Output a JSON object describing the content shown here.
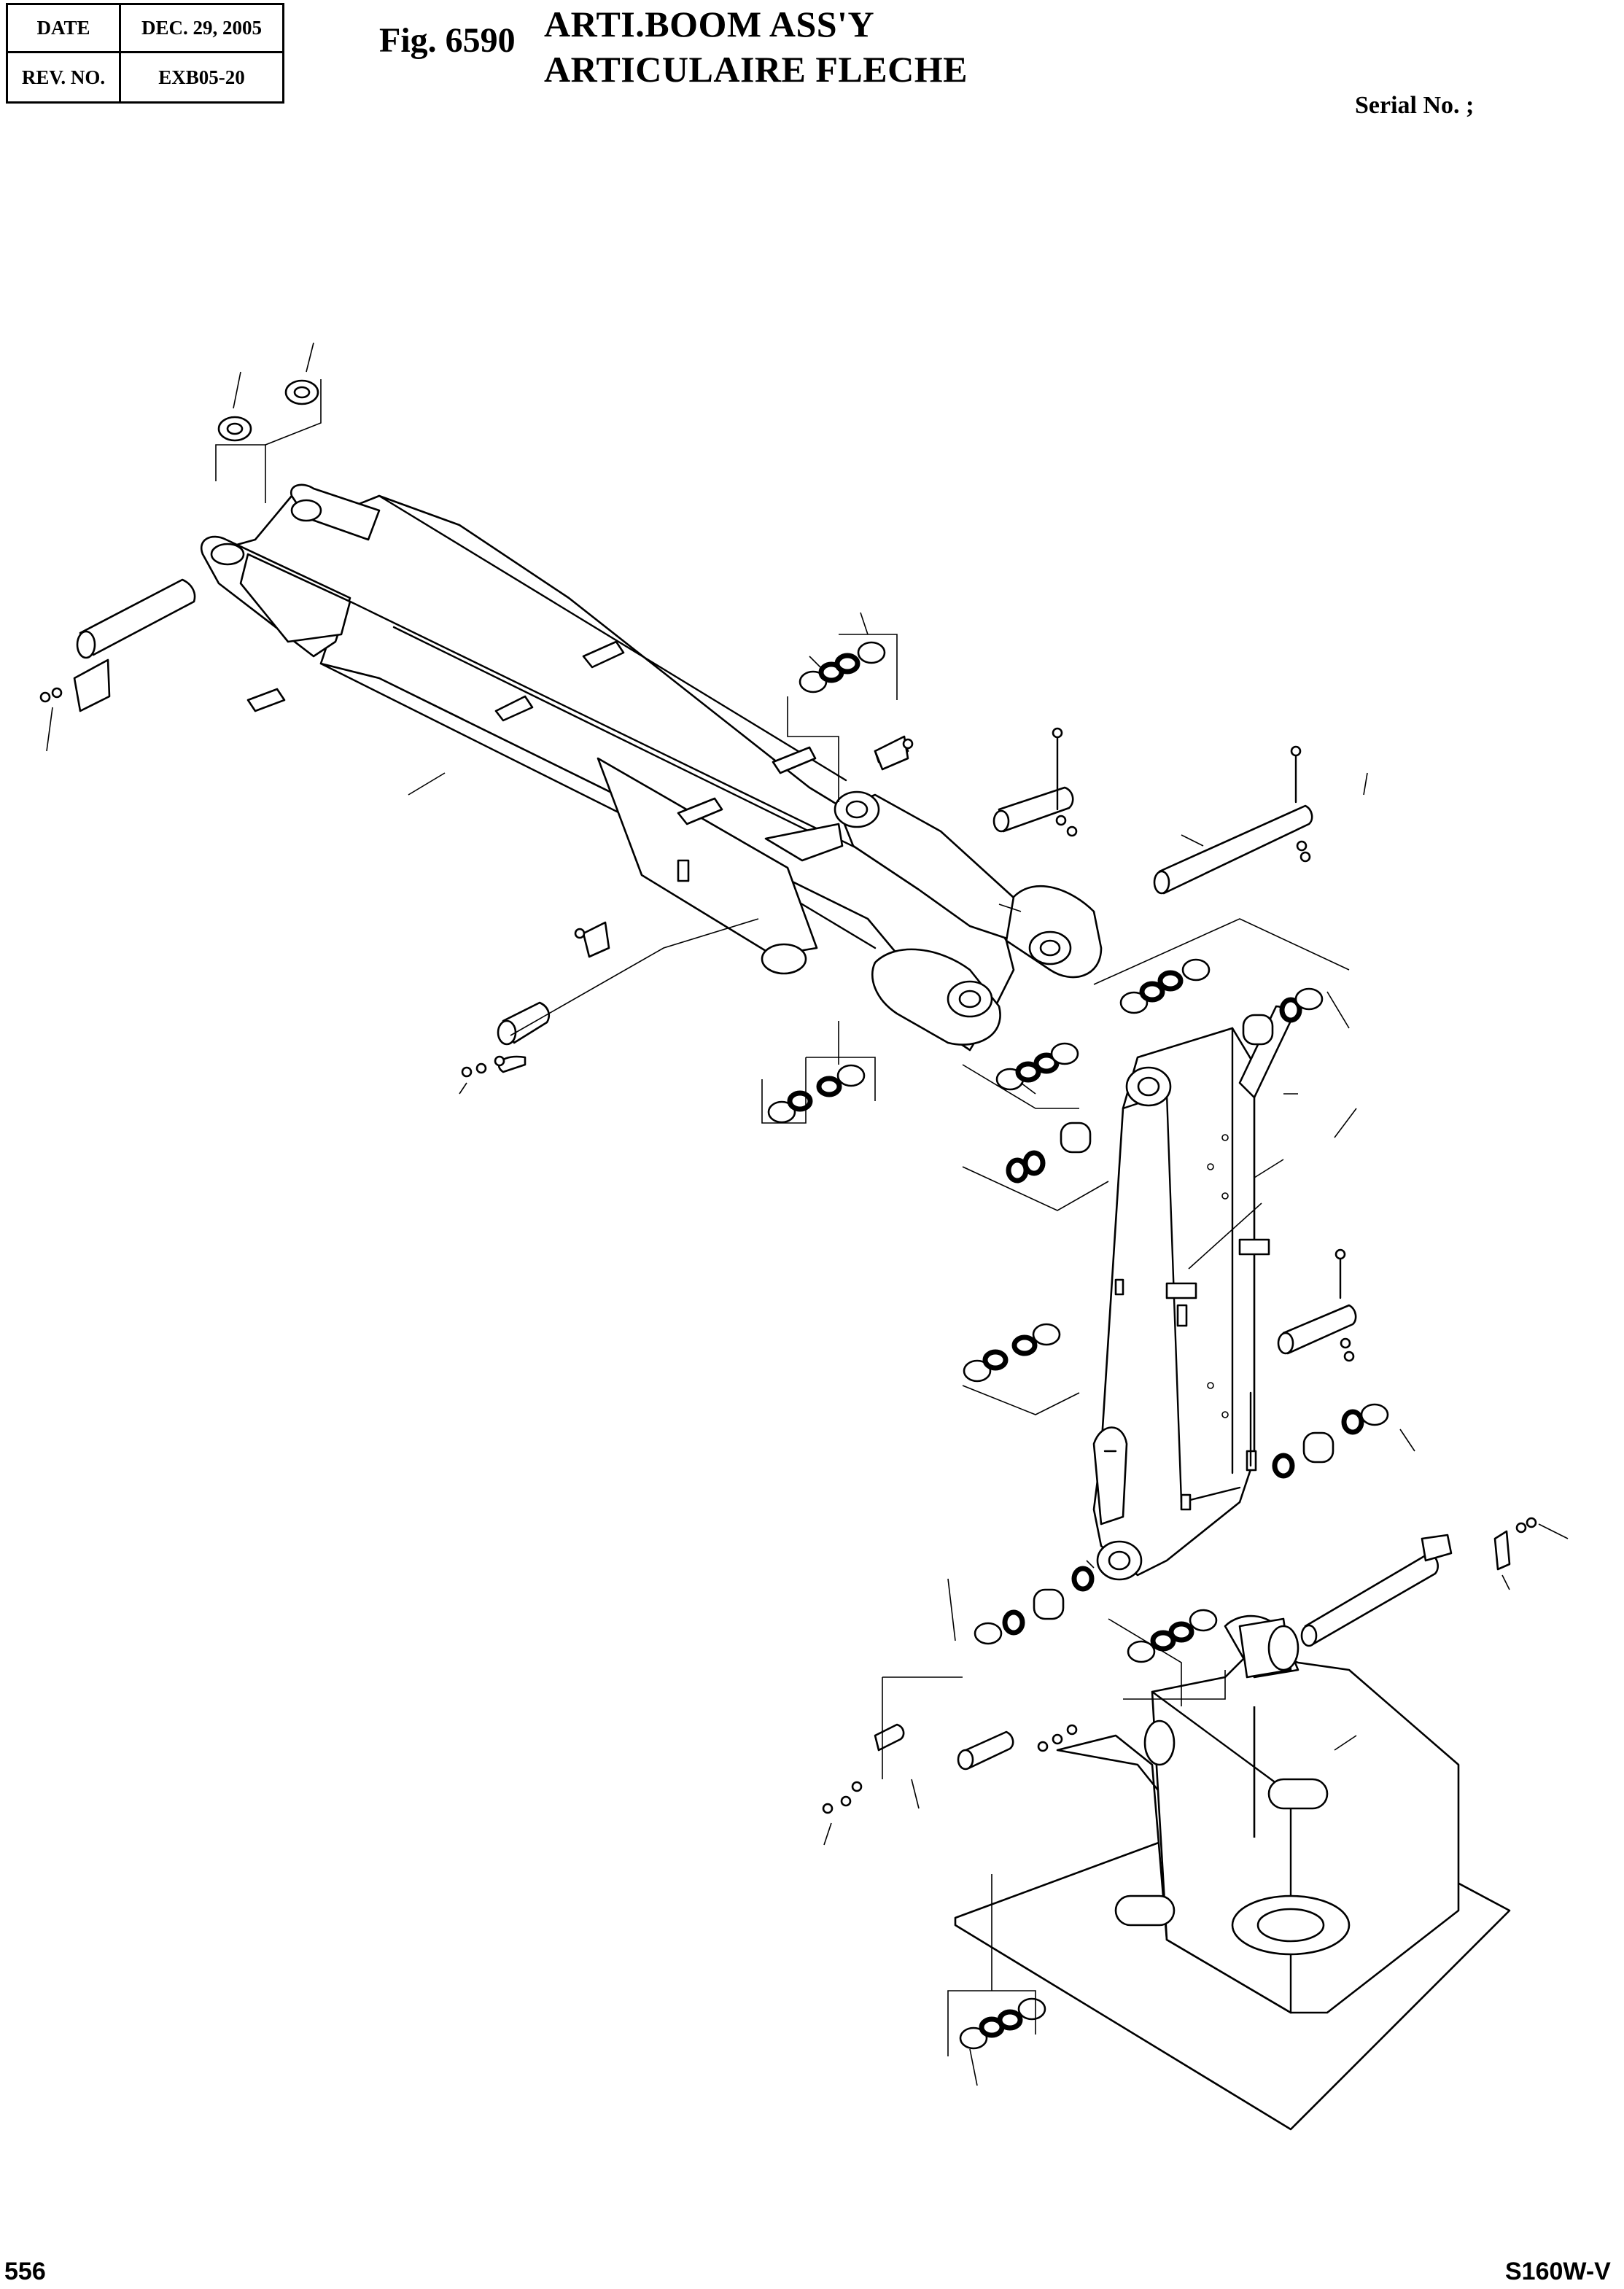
{
  "header": {
    "date_label": "DATE",
    "date_value": "DEC. 29, 2005",
    "rev_label": "REV. NO.",
    "rev_value": "EXB05-20",
    "fig_label": "Fig. 6590",
    "title_line1": "ARTI.BOOM ASS'Y",
    "title_line2": "ARTICULAIRE FLECHE",
    "serial_label": "Serial No. ;"
  },
  "footer": {
    "page_number": "556",
    "model": "S160W-V"
  }
}
